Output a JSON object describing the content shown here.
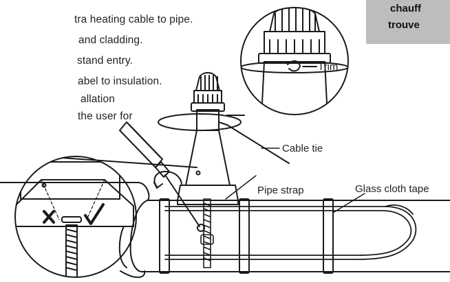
{
  "instructions": [
    "tra heating cable to pipe.",
    "and cladding.",
    "stand entry.",
    "abel to insulation.",
    "allation",
    "the user for"
  ],
  "side_box": {
    "line1": "chauff",
    "line2": "trouve"
  },
  "labels": {
    "trim": "Trim",
    "cable_tie": "Cable tie",
    "pipe_strap": "Pipe strap",
    "glass_cloth_tape": "Glass cloth tape"
  }
}
